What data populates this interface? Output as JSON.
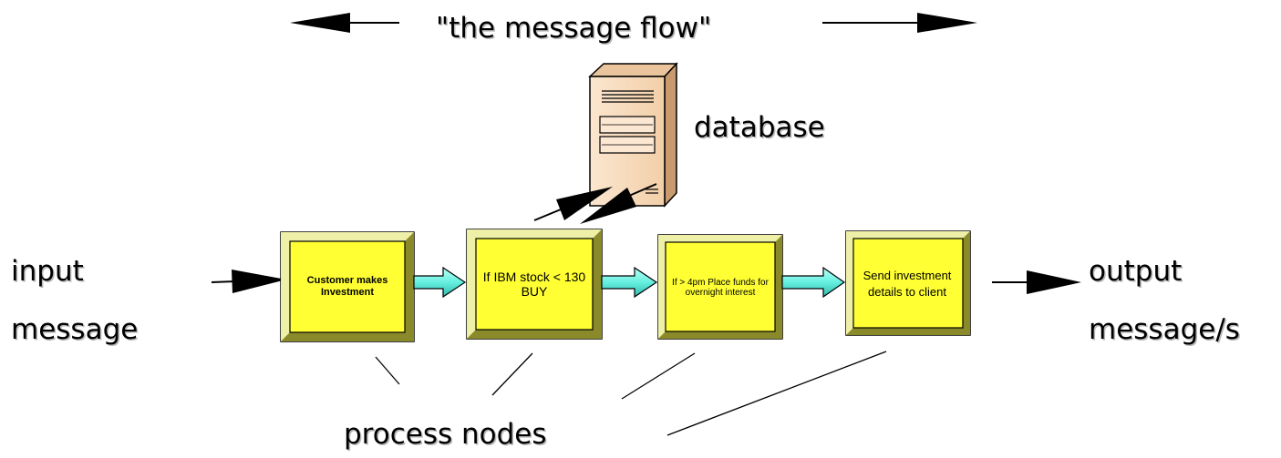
{
  "flow_label": "\"the message flow\"",
  "database_label": "database",
  "input_label": [
    "input",
    "message"
  ],
  "output_label": [
    "output",
    "message/s"
  ],
  "process_nodes_label": "process nodes",
  "nodes": [
    {
      "text": "Customer makes Investment"
    },
    {
      "text": "If IBM stock < 130 BUY"
    },
    {
      "text": "If > 4pm Place funds for overnight interest"
    },
    {
      "text": "Send investment details to client"
    }
  ],
  "colors": {
    "node_fill": "#ffff33",
    "node_bevel_dark": "#8a8a2a",
    "node_bevel_light": "#e8e8a0",
    "connector_fill": "#66f0e0",
    "server_body": "#f7d9b8",
    "line": "#000000"
  }
}
